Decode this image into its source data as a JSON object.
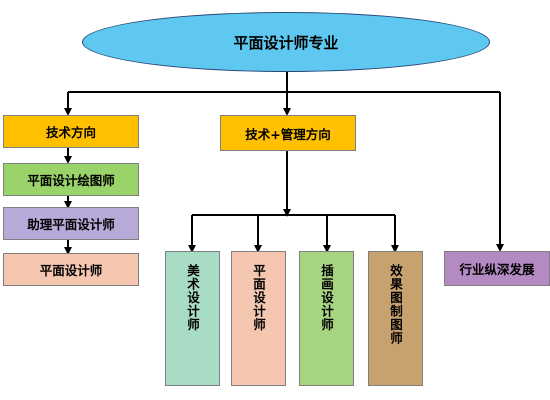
{
  "colors": {
    "root_fill": "#5ec8f0",
    "yellow": "#ffc000",
    "green": "#9bd36b",
    "purple": "#b7a9d8",
    "peach": "#f5c6b0",
    "mint": "#a9dcc4",
    "olive": "#a7d481",
    "brown": "#c8a26e",
    "violet": "#b48ac2",
    "line": "#000000"
  },
  "root": {
    "label": "平面设计师专业"
  },
  "branches": {
    "tech": {
      "label": "技术方向",
      "steps": [
        "平面设计绘图师",
        "助理平面设计师",
        "平面设计师"
      ]
    },
    "tech_mgmt": {
      "label": "技术+管理方向",
      "children": [
        "美术设计师",
        "平面设计师",
        "插画设计师",
        "效果图制图师"
      ]
    },
    "industry": {
      "label": "行业纵深发展"
    }
  }
}
